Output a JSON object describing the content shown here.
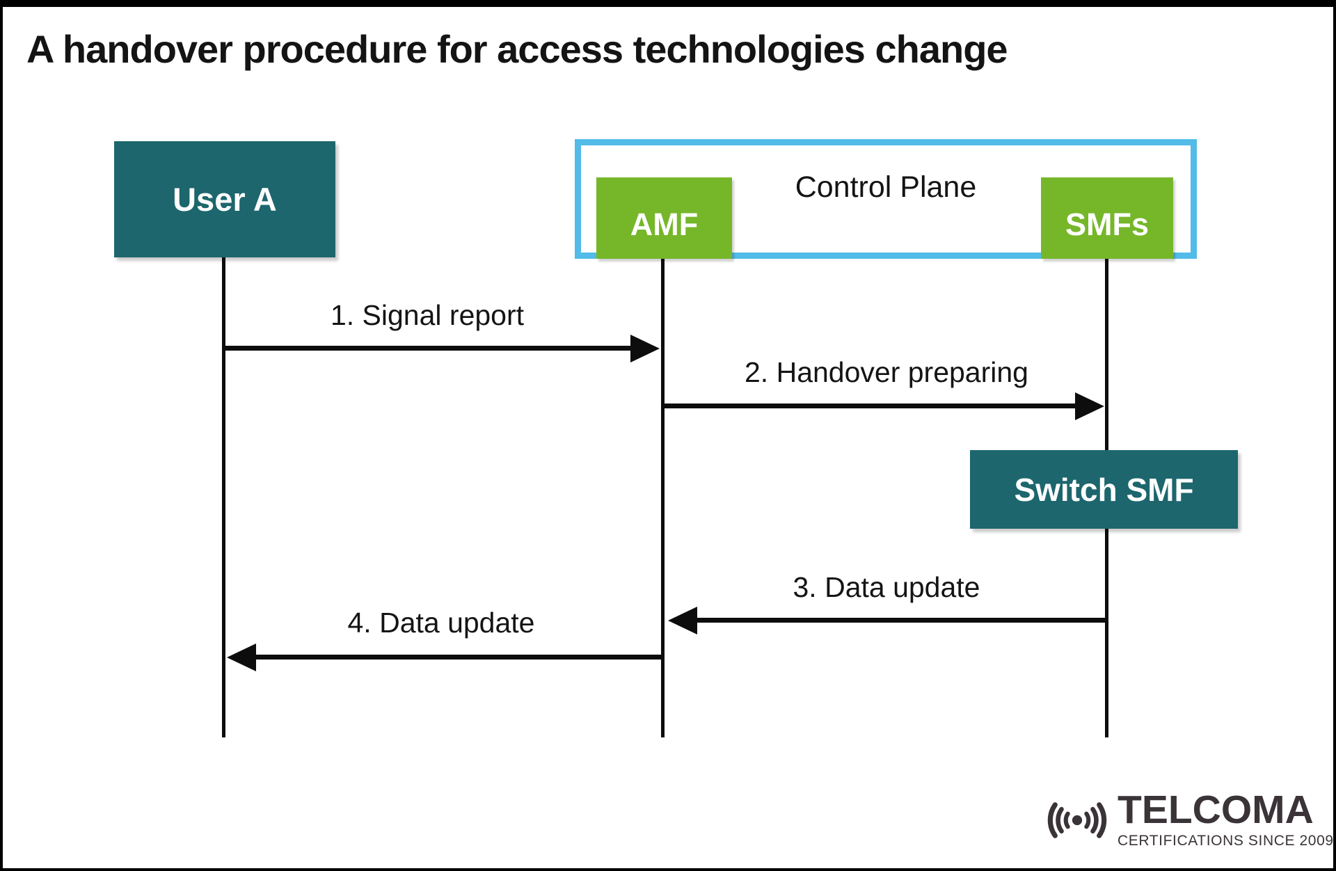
{
  "title": "A handover procedure for access technologies change",
  "diagram": {
    "type": "sequence",
    "actors": [
      {
        "id": "user-a",
        "label": "User A",
        "kind": "endpoint"
      },
      {
        "id": "amf",
        "label": "AMF",
        "kind": "control-plane-function"
      },
      {
        "id": "smfs",
        "label": "SMFs",
        "kind": "control-plane-function"
      }
    ],
    "group": {
      "label": "Control Plane",
      "members": [
        "AMF",
        "SMFs"
      ]
    },
    "messages": [
      {
        "seq": 1,
        "label": "1. Signal report",
        "from": "User A",
        "to": "AMF",
        "direction": "right"
      },
      {
        "seq": 2,
        "label": "2. Handover preparing",
        "from": "AMF",
        "to": "SMFs",
        "direction": "right"
      },
      {
        "seq": 3,
        "label": "3. Data update",
        "from": "SMFs",
        "to": "AMF",
        "direction": "left"
      },
      {
        "seq": 4,
        "label": "4. Data update",
        "from": "AMF",
        "to": "User A",
        "direction": "left"
      }
    ],
    "action": {
      "label": "Switch SMF",
      "on": "SMFs"
    }
  },
  "branding": {
    "name": "TELCOMA",
    "tagline": "CERTIFICATIONS SINCE 2009",
    "icon": "radio-signal-icon"
  },
  "colors": {
    "teal": "#1d666d",
    "green": "#76b72a",
    "plane_border": "#52bbe7",
    "ink": "#0d0d0d",
    "logo": "#3a3337",
    "background": "#ffffff"
  }
}
